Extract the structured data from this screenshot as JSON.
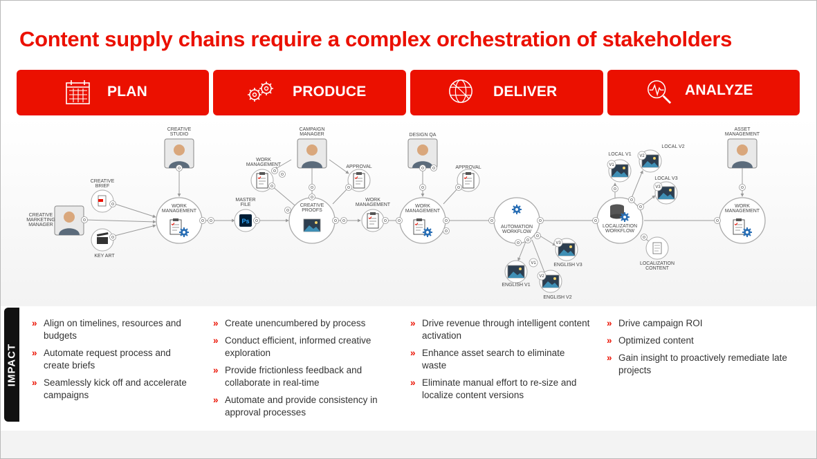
{
  "title": "Content supply chains require a complex orchestration of stakeholders",
  "stages": [
    {
      "label": "PLAN",
      "icon": "calendar-icon"
    },
    {
      "label": "PRODUCE",
      "icon": "gears-icon"
    },
    {
      "label": "DELIVER",
      "icon": "globe-icon"
    },
    {
      "label": "ANALYZE",
      "icon": "analytics-magnifier-icon"
    }
  ],
  "nodes": {
    "creative_marketing_manager": [
      "CREATIVE",
      "MARKETING",
      "MANAGER"
    ],
    "creative_brief": [
      "CREATIVE",
      "BRIEF"
    ],
    "key_art": [
      "KEY ART"
    ],
    "creative_studio": [
      "CREATIVE",
      "STUDIO"
    ],
    "work_management": [
      "WORK",
      "MANAGEMENT"
    ],
    "master_file": [
      "MASTER",
      "FILE"
    ],
    "campaign_manager": [
      "CAMPAIGN",
      "MANAGER"
    ],
    "approval": [
      "APPROVAL"
    ],
    "creative_proofs": [
      "CREATIVE",
      "PROOFS"
    ],
    "design_qa": [
      "DESIGN QA"
    ],
    "automation_workflow": [
      "AUTOMATION",
      "WORKFLOW"
    ],
    "english_v1": [
      "ENGLISH V1"
    ],
    "english_v2": [
      "ENGLISH V2"
    ],
    "english_v3": [
      "ENGLISH V3"
    ],
    "localization_workflow": [
      "LOCALIZATION",
      "WORKFLOW"
    ],
    "local_v1": [
      "LOCAL V1"
    ],
    "local_v2": [
      "LOCAL V2"
    ],
    "local_v3": [
      "LOCAL V3"
    ],
    "localization_content": [
      "LOCALIZATION",
      "CONTENT"
    ],
    "asset_management": [
      "ASSET",
      "MANAGEMENT"
    ]
  },
  "version_tags": [
    "V1",
    "V2",
    "V3"
  ],
  "impact": {
    "label": "IMPACT",
    "columns": [
      [
        "Align on timelines, resources and budgets",
        "Automate request process and create briefs",
        "Seamlessly kick off and accelerate campaigns"
      ],
      [
        "Create unencumbered by process",
        "Conduct efficient, informed creative exploration",
        "Provide frictionless feedback and collaborate in real-time",
        "Automate and provide consistency in approval processes"
      ],
      [
        "Drive revenue through intelligent content activation",
        "Enhance asset search to eliminate waste",
        "Eliminate manual effort to re-size and localize content versions"
      ],
      [
        "Drive campaign ROI",
        "Optimized content",
        "Gain insight to proactively remediate late projects"
      ]
    ],
    "bullet": "»"
  },
  "colors": {
    "brand_red": "#eb1000",
    "node_border": "#bbbbbb",
    "gear_blue": "#2a6fb5"
  }
}
